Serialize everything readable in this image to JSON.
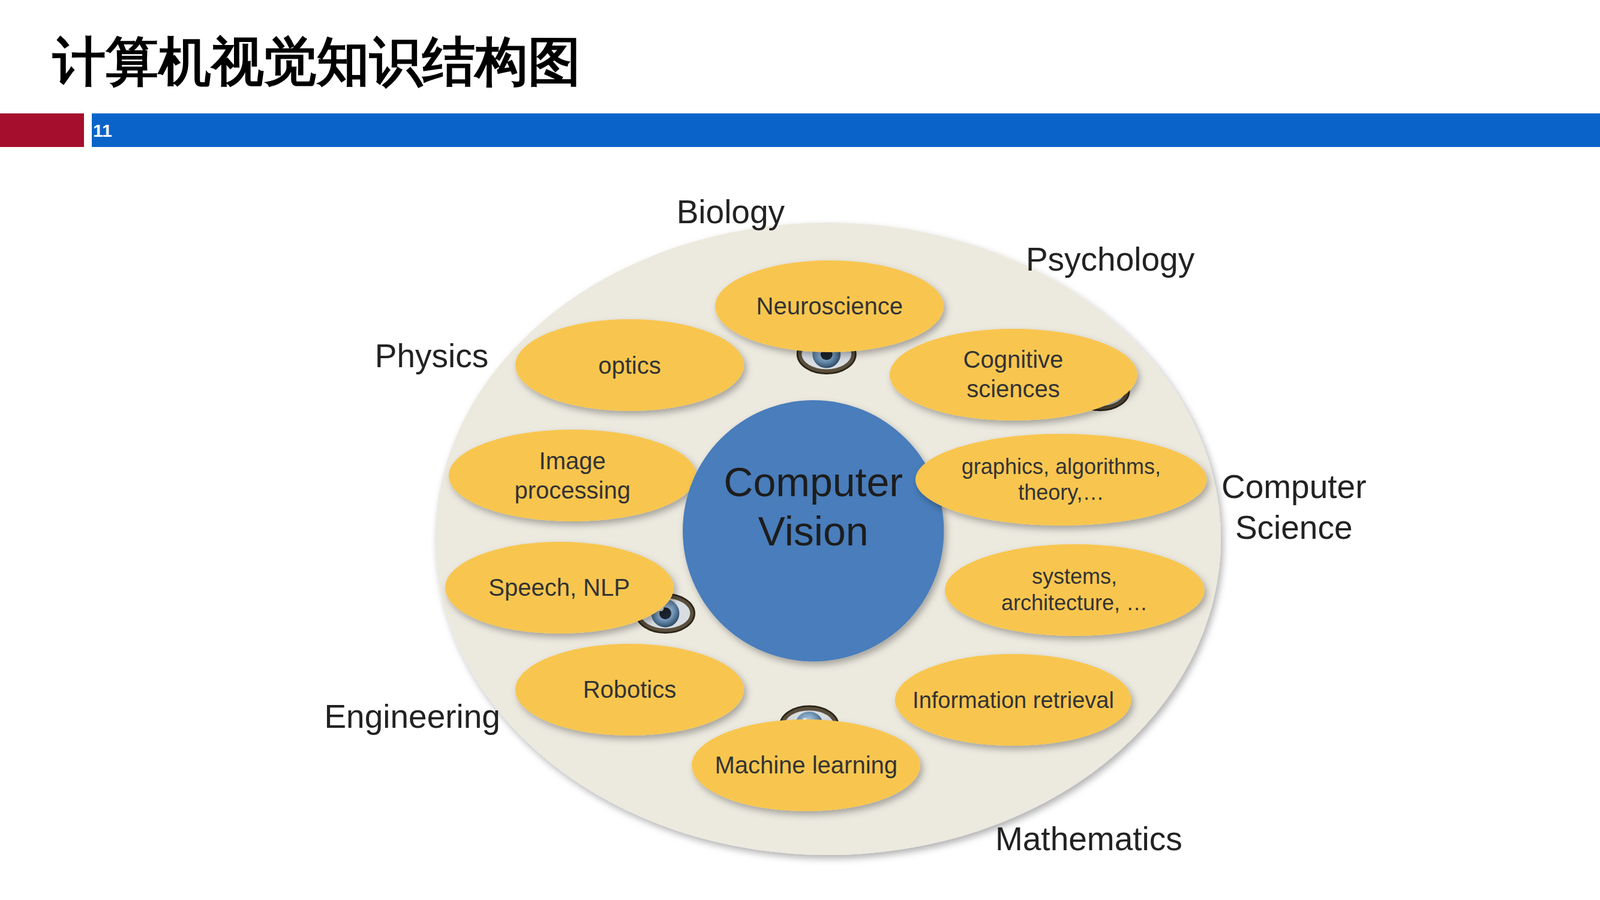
{
  "diagram": {
    "title": "计算机视觉知识结构图",
    "nodes": [
      {
        "text": [
          "Neuroscience"
        ]
      },
      {
        "text": [
          "optics"
        ]
      },
      {
        "text": [
          "Cognitive sciences"
        ]
      },
      {
        "text": [
          "Image processing"
        ]
      },
      {
        "text": [
          "Computer Vision"
        ]
      },
      {
        "text": [
          "graphics, algorithms, theory,…"
        ]
      },
      {
        "text": [
          "Speech, NLP"
        ]
      },
      {
        "text": [
          "systems, architecture, …"
        ]
      },
      {
        "text": [
          "Robotics"
        ]
      },
      {
        "text": [
          "Information retrieval"
        ]
      },
      {
        "text": [
          "Machine learning"
        ]
      }
    ],
    "labels": [
      "11",
      "Biology",
      "Psychology",
      "Physics",
      "Computer Science",
      "Engineering",
      "Mathematics"
    ]
  }
}
